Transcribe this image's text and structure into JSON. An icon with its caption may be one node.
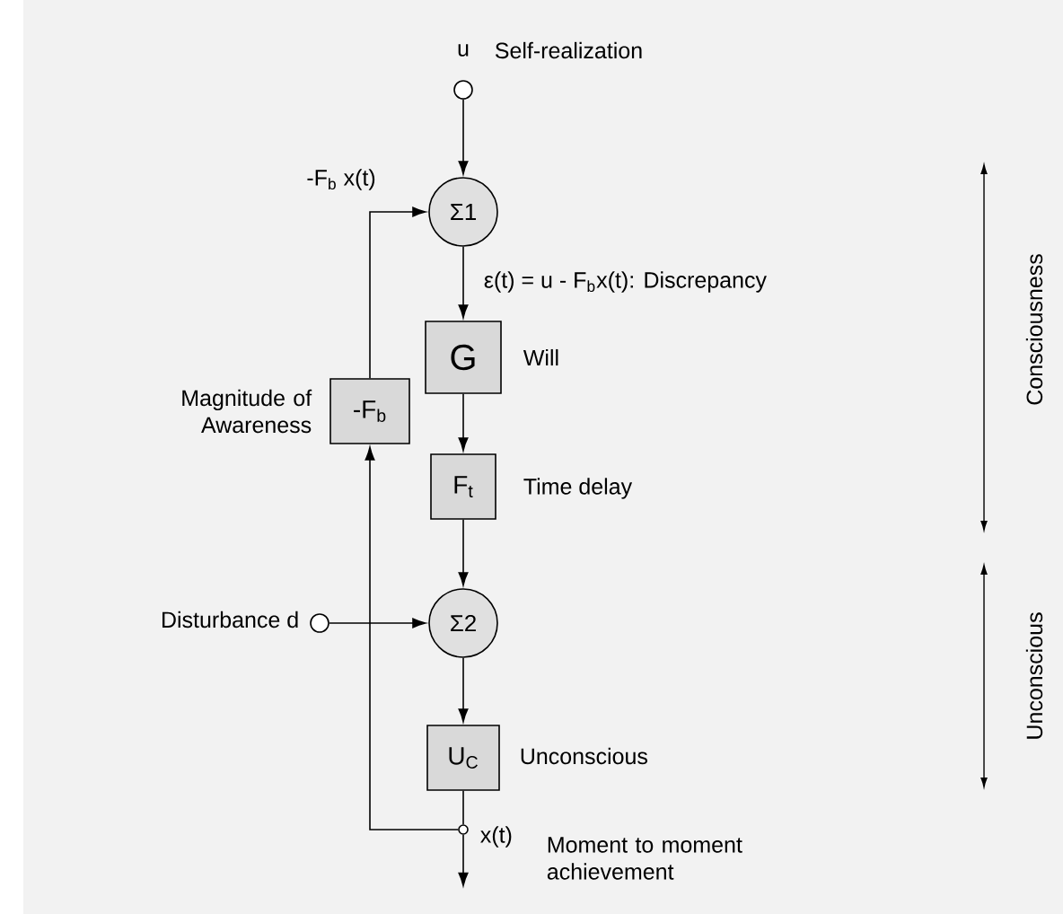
{
  "diagram": {
    "nodes": [
      {
        "text": [],
        "shape": "circle",
        "beside": [
          "u",
          "Self-realization"
        ]
      },
      {
        "text": [
          "Σ1"
        ]
      },
      {
        "text": [
          "G"
        ],
        "beside": [
          "Will"
        ]
      },
      {
        "text": [
          "F$_{t}$"
        ],
        "beside": [
          "Time delay"
        ]
      },
      {
        "text": [
          "Σ2"
        ]
      },
      {
        "text": [
          "U$_{C}$"
        ],
        "beside": [
          "Unconscious"
        ]
      },
      {
        "text": [
          "-F$_{b}$"
        ],
        "beside": [
          "Magnitude of Awareness"
        ]
      },
      {
        "text": [],
        "shape": "circle",
        "beside": [
          "Disturbance d"
        ]
      },
      {
        "text": [],
        "shape": "circle",
        "beside": [
          "x(t)",
          "Moment to moment achievement"
        ]
      }
    ],
    "edges": [
      {
        "from": 0,
        "to": 1,
        "arrow": "to"
      },
      {
        "from": 1,
        "to": 2,
        "arrow": "to",
        "label": "ε(t) = u - F$_{b}$x(t): Discrepancy"
      },
      {
        "from": 2,
        "to": 3,
        "arrow": "to"
      },
      {
        "from": 3,
        "to": 4,
        "arrow": "to"
      },
      {
        "from": 7,
        "to": 4,
        "arrow": "to"
      },
      {
        "from": 4,
        "to": 5,
        "arrow": "to"
      },
      {
        "from": 5,
        "to": 8,
        "arrow": "none"
      },
      {
        "from": 8,
        "to": null,
        "arrow": "to"
      },
      {
        "from": 8,
        "to": 6,
        "arrow": "to"
      },
      {
        "from": 6,
        "to": 1,
        "arrow": "to",
        "label": "-F$_{b}$ x(t)"
      }
    ],
    "labels": [
      "Consciousness",
      "Unconscious"
    ]
  }
}
